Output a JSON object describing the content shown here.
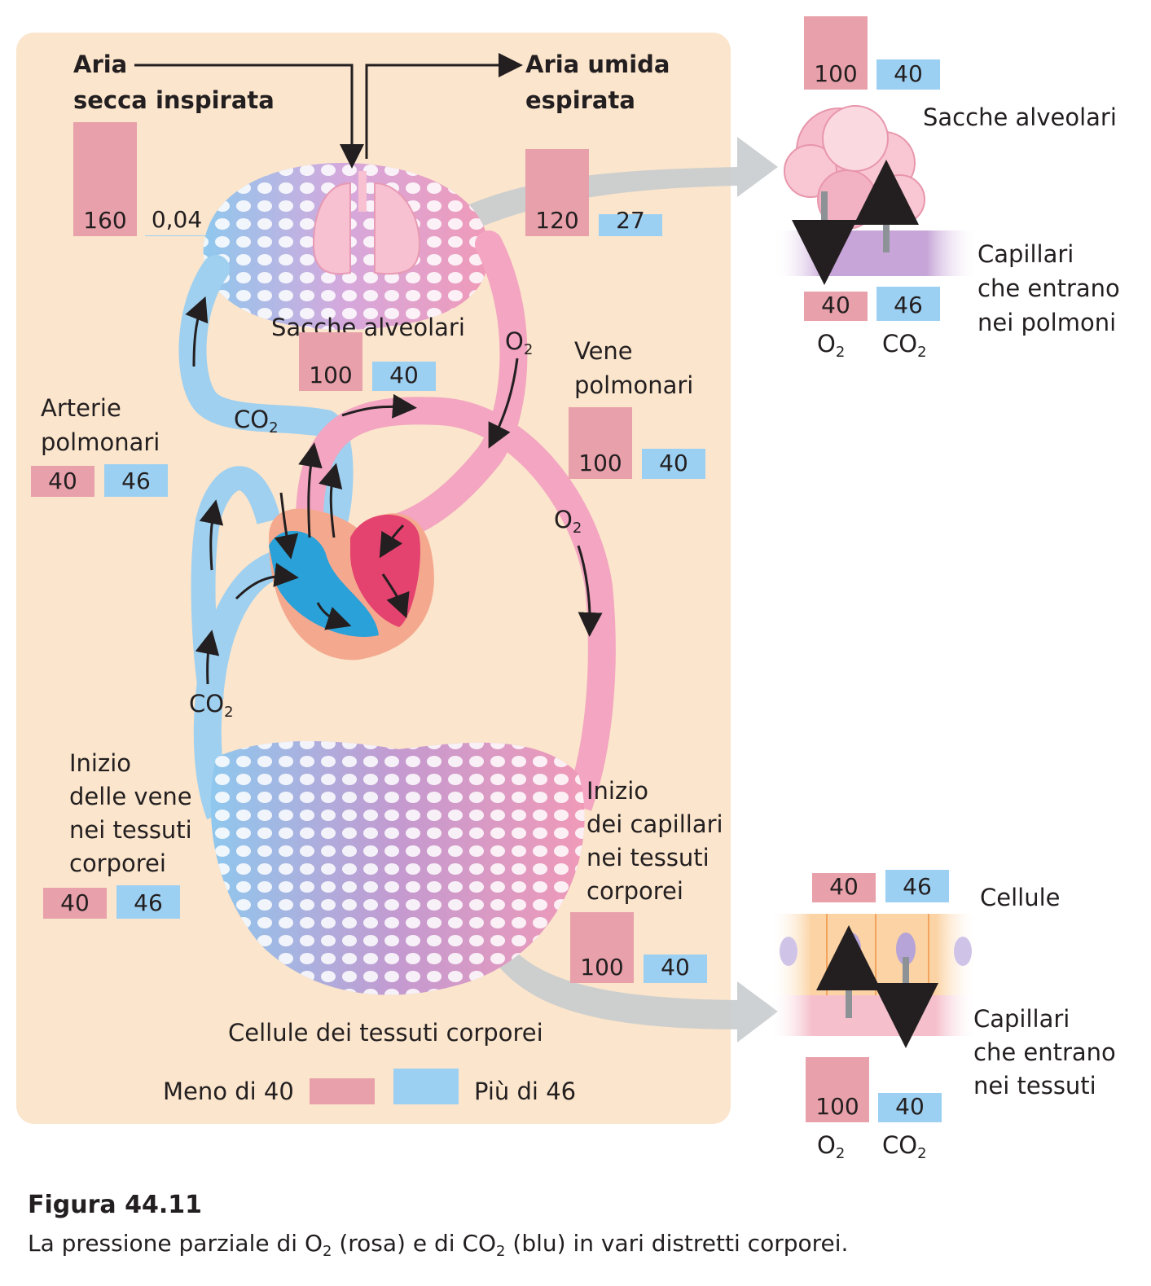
{
  "air": {
    "inspired_l1": "Aria",
    "inspired_l2": "secca inspirata",
    "expired_l1": "Aria umida",
    "expired_l2": "espirata",
    "inspired_o2": "160",
    "inspired_co2": "0,04",
    "expired_o2": "120",
    "expired_co2": "27"
  },
  "labels": {
    "sacche_alveolari": "Sacche alveolari",
    "vene_l1": "Vene",
    "vene_l2": "polmonari",
    "arterie_l1": "Arterie",
    "arterie_l2": "polmonari",
    "inizio_vene": [
      "Inizio",
      "delle vene",
      "nei tessuti",
      "corporei"
    ],
    "inizio_capillari": [
      "Inizio",
      "dei capillari",
      "nei tessuti",
      "corporei"
    ],
    "cellule_tessuti": "Cellule dei tessuti corporei",
    "co2": "CO",
    "o2": "O",
    "two": "2"
  },
  "values": {
    "sacche_o2": "100",
    "sacche_co2": "40",
    "vene_o2": "100",
    "vene_co2": "40",
    "arterie_o2": "40",
    "arterie_co2": "46",
    "vene_tessuti_o2": "40",
    "vene_tessuti_co2": "46",
    "capillari_tessuti_o2": "100",
    "capillari_tessuti_co2": "40"
  },
  "legend": {
    "less": "Meno di 40",
    "more": "Più di 46"
  },
  "inset_lung": {
    "top_o2": "100",
    "top_co2": "40",
    "title": "Sacche alveolari",
    "cap_l1": "Capillari",
    "cap_l2": "che entrano",
    "cap_l3": "nei polmoni",
    "bottom_o2": "40",
    "bottom_co2": "46"
  },
  "inset_tissue": {
    "top_o2": "40",
    "top_co2": "46",
    "title": "Cellule",
    "cap_l1": "Capillari",
    "cap_l2": "che entrano",
    "cap_l3": "nei tessuti",
    "bottom_o2": "100",
    "bottom_co2": "40"
  },
  "caption": {
    "title": "Figura 44.11",
    "t1": "La pressione parziale di O",
    "t2": " (rosa) e di CO",
    "t3": " (blu) in vari distretti corporei."
  },
  "colors": {
    "o2": "#e8a0aa",
    "co2": "#9cd0f2",
    "panel": "#fbe5cc"
  }
}
